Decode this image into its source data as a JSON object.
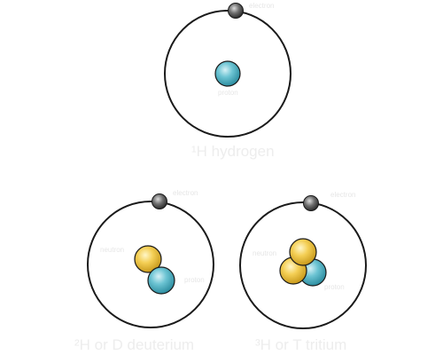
{
  "colors": {
    "orbit": "#1a1a1a",
    "proton": "#5bb8c9",
    "neutron": "#f0c84a",
    "electron": "#555555",
    "label": "#ededed"
  },
  "atoms": [
    {
      "id": "hydrogen",
      "caption": "¹H  hydrogen",
      "electron_label": "electron",
      "proton_label": "proton",
      "protons": 1,
      "neutrons": 0,
      "electrons": 1
    },
    {
      "id": "deuterium",
      "caption": "²H or D deuterium",
      "electron_label": "electron",
      "neutron_label": "neutron",
      "proton_label": "proton",
      "protons": 1,
      "neutrons": 1,
      "electrons": 1
    },
    {
      "id": "tritium",
      "caption": "³H or T  tritium",
      "electron_label": "electron",
      "neutron_label": "neutron",
      "proton_label": "proton",
      "protons": 1,
      "neutrons": 2,
      "electrons": 1
    }
  ]
}
